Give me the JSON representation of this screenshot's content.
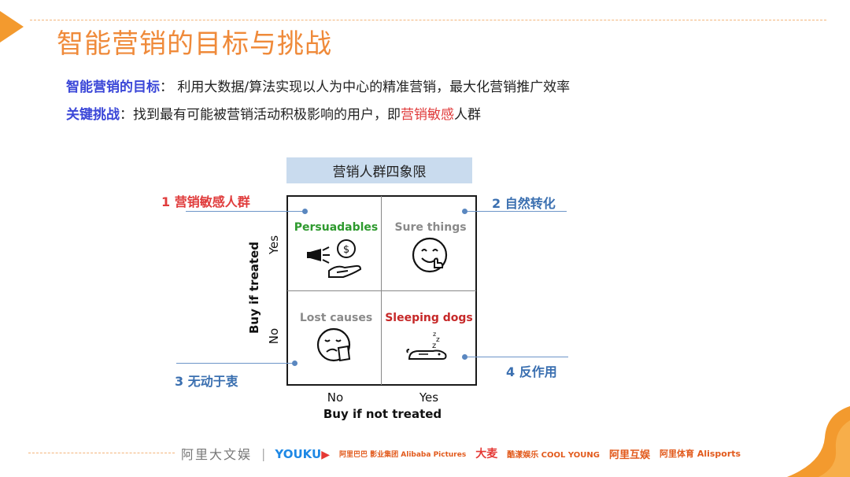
{
  "slide": {
    "title": "智能营销的目标与挑战",
    "goal": {
      "label": "智能营销的目标",
      "sep": "：",
      "text": "利用大数据/算法实现以人为中心的精准营销，最大化营销推广效率"
    },
    "challenge": {
      "label": "关键挑战",
      "sep": "：",
      "text_before": "找到最有可能被营销活动积极影响的用户，即",
      "highlight": "营销敏感",
      "text_after": "人群"
    }
  },
  "quadrant": {
    "title": "营销人群四象限",
    "cells": {
      "top_left": "Persuadables",
      "top_right": "Sure things",
      "bottom_left": "Lost causes",
      "bottom_right": "Sleeping dogs"
    },
    "y_axis": {
      "label": "Buy if treated",
      "ticks": [
        "Yes",
        "No"
      ]
    },
    "x_axis": {
      "label": "Buy if not treated",
      "ticks": [
        "No",
        "Yes"
      ]
    },
    "annotations": {
      "a1": "1 营销敏感人群",
      "a2": "2 自然转化",
      "a3": "3 无动于衷",
      "a4": "4 反作用"
    },
    "icons": [
      "megaphone-money-hand-icon",
      "smiling-face-icon",
      "sad-face-icon",
      "sleeping-dog-icon"
    ]
  },
  "footer": {
    "alibaba_ent": "阿里大文娱",
    "sep": "|",
    "youku": "YOUKU",
    "youku_mark": "▶",
    "alibaba_pictures": "阿里巴巴 影业集团 Alibaba Pictures",
    "damai": "大麦",
    "kuqi": "酷漾娱乐 COOL YOUNG",
    "ali_huyu": "阿里互娱",
    "ali_sports": "阿里体育 Alisports"
  },
  "colors": {
    "title": "#ef8a3a",
    "label_blue": "#3b47d8",
    "highlight_red": "#e03b3b",
    "quadrant_header_bg": "#c9dbee",
    "persuadables": "#2e9a2e",
    "sleeping_dogs": "#c62828",
    "annotation_blue": "#3a6fb0"
  }
}
